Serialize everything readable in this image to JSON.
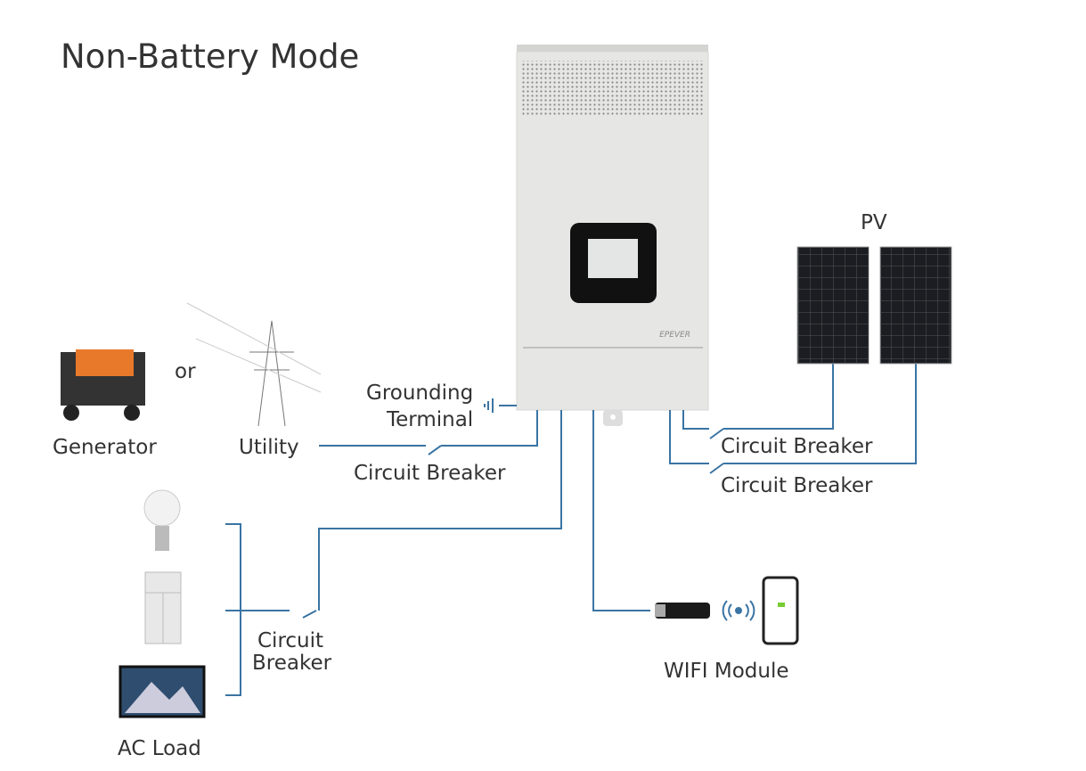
{
  "title": "Non-Battery Mode",
  "labels": {
    "or": "or",
    "generator": "Generator",
    "utility": "Utility",
    "grounding": "Grounding",
    "terminal": "Terminal",
    "breaker_utility": "Circuit Breaker",
    "pv": "PV",
    "breaker_pv1": "Circuit Breaker",
    "breaker_pv2": "Circuit Breaker",
    "breaker_load_1": "Circuit",
    "breaker_load_2": "Breaker",
    "wifi": "WIFI Module",
    "ac_load": "AC Load"
  },
  "brand": "EPEVER",
  "colors": {
    "wire": "#3a74a3",
    "inverter": "#e6e7e5",
    "display": "#111111"
  },
  "icons": [
    "generator-icon",
    "utility-tower-icon",
    "light-bulb-icon",
    "refrigerator-icon",
    "tv-icon",
    "wifi-dongle-icon",
    "wireless-signal-icon",
    "smartphone-icon",
    "solar-panel-icon",
    "ground-icon"
  ]
}
